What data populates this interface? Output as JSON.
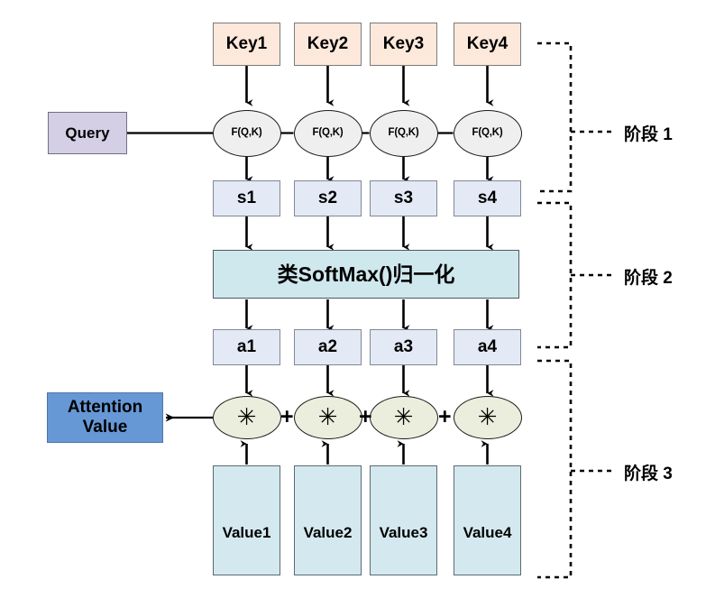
{
  "diagram": {
    "title": "Attention mechanism three-stage computation diagram",
    "colors": {
      "key_fill": "#fce9dc",
      "query_fill": "#d4cfe4",
      "score_fill": "#e3eaf5",
      "softmax_fill": "#cfe8ee",
      "multiply_fill": "#eceedd",
      "attention_fill": "#6698d6",
      "value_fill": "#d3e9ef",
      "stroke": "#1a1a1a"
    }
  },
  "keys": [
    {
      "label": "Key1"
    },
    {
      "label": "Key2"
    },
    {
      "label": "Key3"
    },
    {
      "label": "Key4"
    }
  ],
  "query": {
    "label": "Query"
  },
  "similarity_nodes": [
    {
      "label": "F(Q,K)"
    },
    {
      "label": "F(Q,K)"
    },
    {
      "label": "F(Q,K)"
    },
    {
      "label": "F(Q,K)"
    }
  ],
  "scores": [
    {
      "label": "s1"
    },
    {
      "label": "s2"
    },
    {
      "label": "s3"
    },
    {
      "label": "s4"
    }
  ],
  "softmax": {
    "label": "类SoftMax()归一化"
  },
  "weights": [
    {
      "label": "a1"
    },
    {
      "label": "a2"
    },
    {
      "label": "a3"
    },
    {
      "label": "a4"
    }
  ],
  "multipliers": [
    {
      "label": "✳"
    },
    {
      "label": "✳"
    },
    {
      "label": "✳"
    },
    {
      "label": "✳"
    }
  ],
  "operators": [
    {
      "label": "+"
    },
    {
      "label": "+"
    },
    {
      "label": "+"
    }
  ],
  "attention_output": {
    "line1": "Attention",
    "line2": "Value"
  },
  "values": [
    {
      "label": "Value1"
    },
    {
      "label": "Value2"
    },
    {
      "label": "Value3"
    },
    {
      "label": "Value4"
    }
  ],
  "stages": [
    {
      "label": "阶段 1"
    },
    {
      "label": "阶段 2"
    },
    {
      "label": "阶段 3"
    }
  ]
}
